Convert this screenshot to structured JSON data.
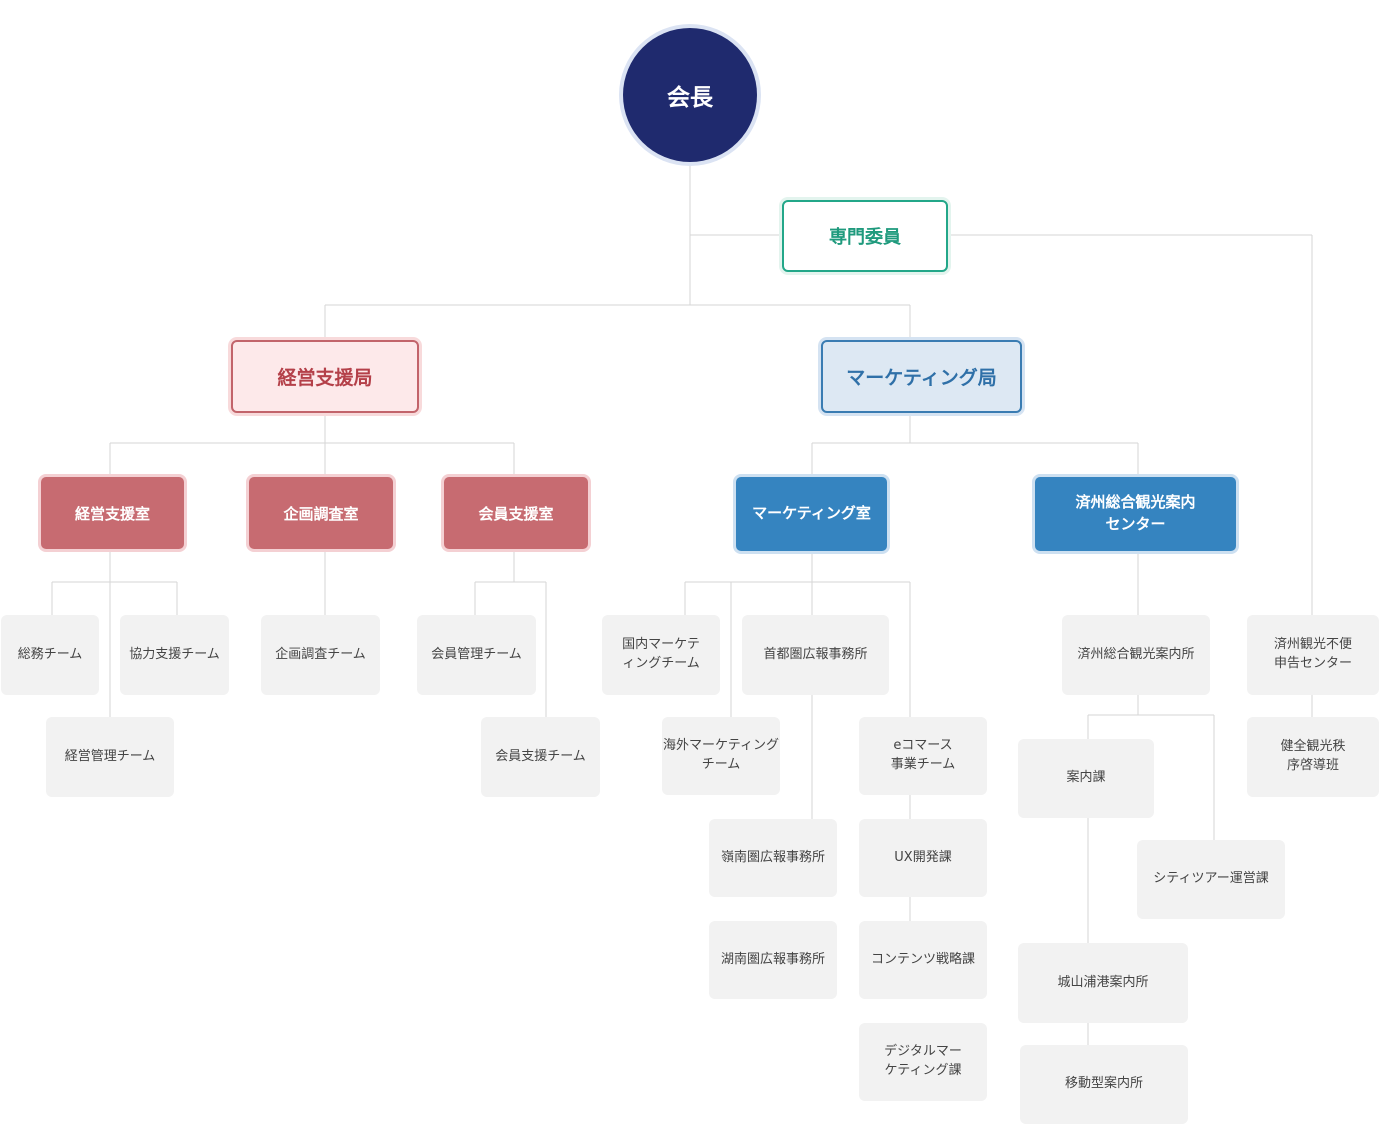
{
  "chart": {
    "root": "会長",
    "committee": "専門委員",
    "bureaus": {
      "management": "経営支援局",
      "marketing": "マーケティング局"
    },
    "offices": {
      "management_support": "経営支援室",
      "planning": "企画調査室",
      "member_support": "会員支援室",
      "marketing": "マーケティング室",
      "jeju_center": "済州総合観光案内\nセンター"
    },
    "teams": {
      "general_affairs": "総務チーム",
      "cooperation": "協力支援チーム",
      "management": "経営管理チーム",
      "planning_research": "企画調査チーム",
      "member_management": "会員管理チーム",
      "member_support": "会員支援チーム",
      "domestic_marketing": "国内マーケテ\nィングチーム",
      "capital_pr": "首都圏広報事務所",
      "overseas_marketing": "海外マーケティング\nチーム",
      "ecommerce": "eコマース\n事業チーム",
      "yeongnam_pr": "嶺南圏広報事務所",
      "ux": "UX開発課",
      "honam_pr": "湖南圏広報事務所",
      "content_strategy": "コンテンツ戦略課",
      "digital_marketing": "デジタルマー\nケティング課",
      "jeju_info_office": "済州総合観光案内所",
      "guide_division": "案内課",
      "city_tour": "シティツアー運営課",
      "seongsan_port": "城山浦港案内所",
      "mobile_info": "移動型案内所",
      "complaint_center": "済州観光不便\n申告センター",
      "tourism_order": "健全観光秩\n序啓導班"
    }
  },
  "colors": {
    "root": "#1f2a6e",
    "committee": "#23a789",
    "management_bureau": "#c2646b",
    "marketing_bureau": "#3a7cb2",
    "management_office": "#c76b71",
    "marketing_office": "#3584c0",
    "team": "#f2f2f2",
    "connector": "#d6d6d6"
  }
}
